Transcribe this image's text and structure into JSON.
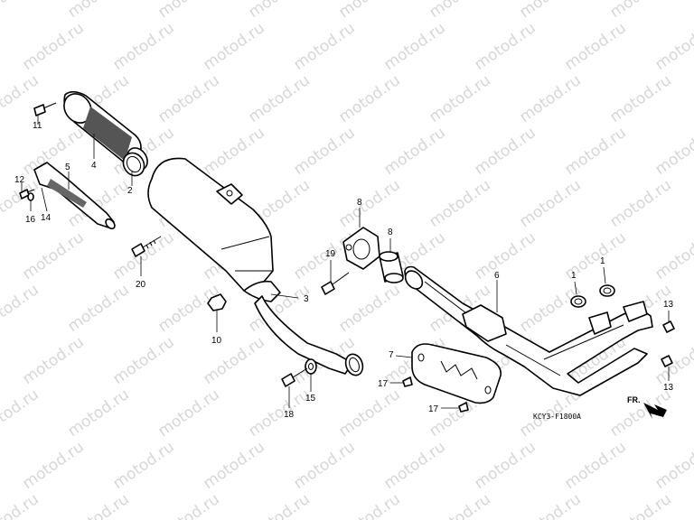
{
  "watermark": "motod.ru",
  "part_code": "KCY3-F1800A",
  "direction_label": "FR.",
  "callouts": [
    {
      "id": "c1a",
      "label": "1"
    },
    {
      "id": "c1b",
      "label": "1"
    },
    {
      "id": "c2",
      "label": "2"
    },
    {
      "id": "c3",
      "label": "3"
    },
    {
      "id": "c4",
      "label": "4"
    },
    {
      "id": "c5",
      "label": "5"
    },
    {
      "id": "c6",
      "label": "6"
    },
    {
      "id": "c7",
      "label": "7"
    },
    {
      "id": "c8a",
      "label": "8"
    },
    {
      "id": "c8b",
      "label": "8"
    },
    {
      "id": "c10",
      "label": "10"
    },
    {
      "id": "c11",
      "label": "11"
    },
    {
      "id": "c12",
      "label": "12"
    },
    {
      "id": "c13a",
      "label": "13"
    },
    {
      "id": "c13b",
      "label": "13"
    },
    {
      "id": "c14",
      "label": "14"
    },
    {
      "id": "c15",
      "label": "15"
    },
    {
      "id": "c16",
      "label": "16"
    },
    {
      "id": "c17a",
      "label": "17"
    },
    {
      "id": "c17b",
      "label": "17"
    },
    {
      "id": "c18",
      "label": "18"
    },
    {
      "id": "c19",
      "label": "19"
    },
    {
      "id": "c20",
      "label": "20"
    }
  ]
}
